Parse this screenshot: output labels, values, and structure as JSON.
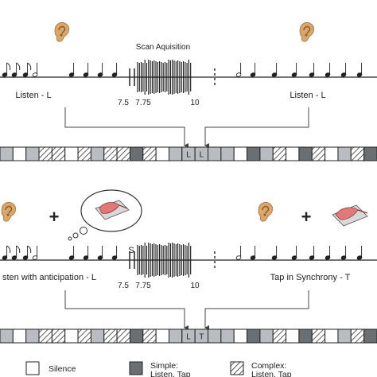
{
  "top_panel": {
    "title": "Scan Aquisition",
    "left_label": "Listen - L",
    "right_label": "Listen - L",
    "ticks": [
      "7.5",
      "7.75",
      "10"
    ],
    "box_labels": [
      "L",
      "L"
    ]
  },
  "bottom_panel": {
    "left_label": "sten with anticipation - L",
    "right_label": "Tap in Synchrony - T",
    "ticks": [
      "7.5",
      "7.75",
      "10"
    ],
    "box_labels": [
      "L",
      "T"
    ],
    "s_mark": "S",
    "plus_symbols": [
      "+",
      "+"
    ]
  },
  "legend": {
    "silence": "Silence",
    "simple_line1": "Simple:",
    "simple_line2": "Listen, Tap",
    "complex_line1": "Complex:",
    "complex_line2": "Listen, Tap"
  },
  "colors": {
    "dark_gray": "#6a6f73",
    "light_gray": "#b9bcc0",
    "ear_skin": "#d9a66b",
    "ear_shadow": "#b57d40"
  },
  "icons": [
    "ear-icon",
    "thought-bubble-icon",
    "hand-tapping-icon"
  ]
}
